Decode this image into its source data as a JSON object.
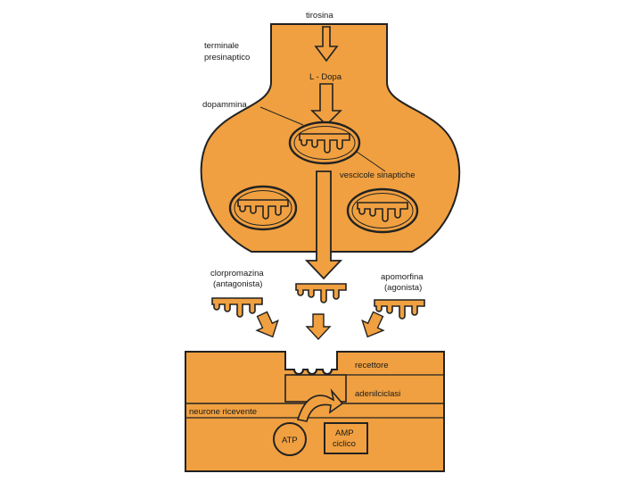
{
  "labels": {
    "tyrosine": "tirosina",
    "presynaptic_1": "terminale",
    "presynaptic_2": "presinaptico",
    "ldopa": "L - Dopa",
    "dopamine": "dopammina",
    "vesicles": "vescicole sinaptiche",
    "chlor_1": "clorpromazina",
    "chlor_2": "(antagonista)",
    "apo_1": "apomorfina",
    "apo_2": "(agonista)",
    "receptor": "recettore",
    "adenylate": "adenilciclasi",
    "receiving": "neurone ricevente",
    "atp": "ATP",
    "amp_1": "AMP",
    "amp_2": "ciclico"
  },
  "colors": {
    "fill": "#f0a040",
    "outline": "#222222"
  }
}
